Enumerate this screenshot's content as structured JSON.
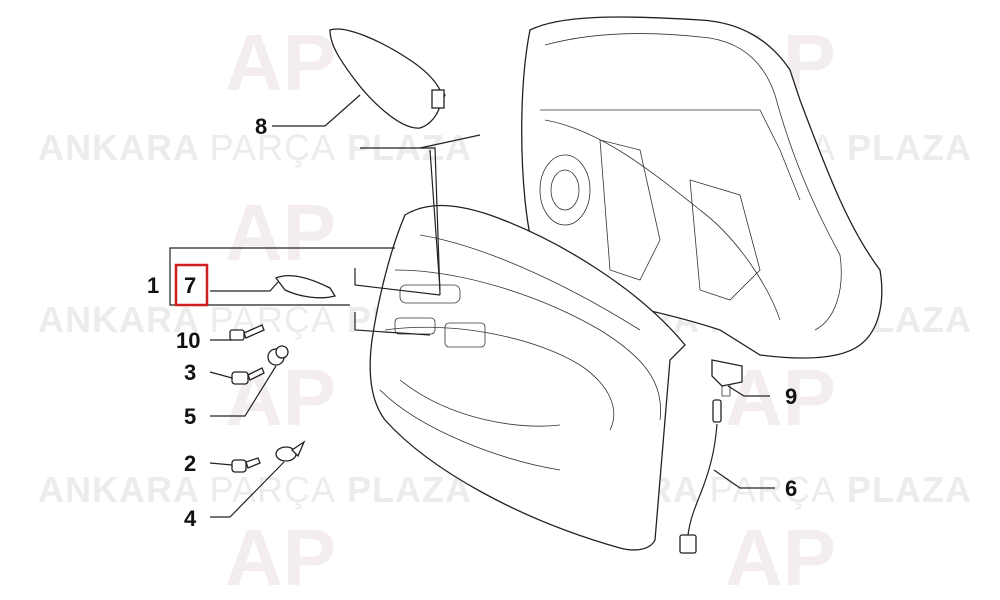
{
  "watermark": {
    "brand_part1": "ANKARA",
    "brand_part2": "PARÇA",
    "brand_part3": "PLAZA",
    "logo_text": "AP"
  },
  "callouts": {
    "c1": "1",
    "c7": "7",
    "c10": "10",
    "c3": "3",
    "c5": "5",
    "c2": "2",
    "c4": "4",
    "c8": "8",
    "c9": "9",
    "c6": "6"
  },
  "highlight_color": "#cc1f1f",
  "highlighted_callout": "7"
}
